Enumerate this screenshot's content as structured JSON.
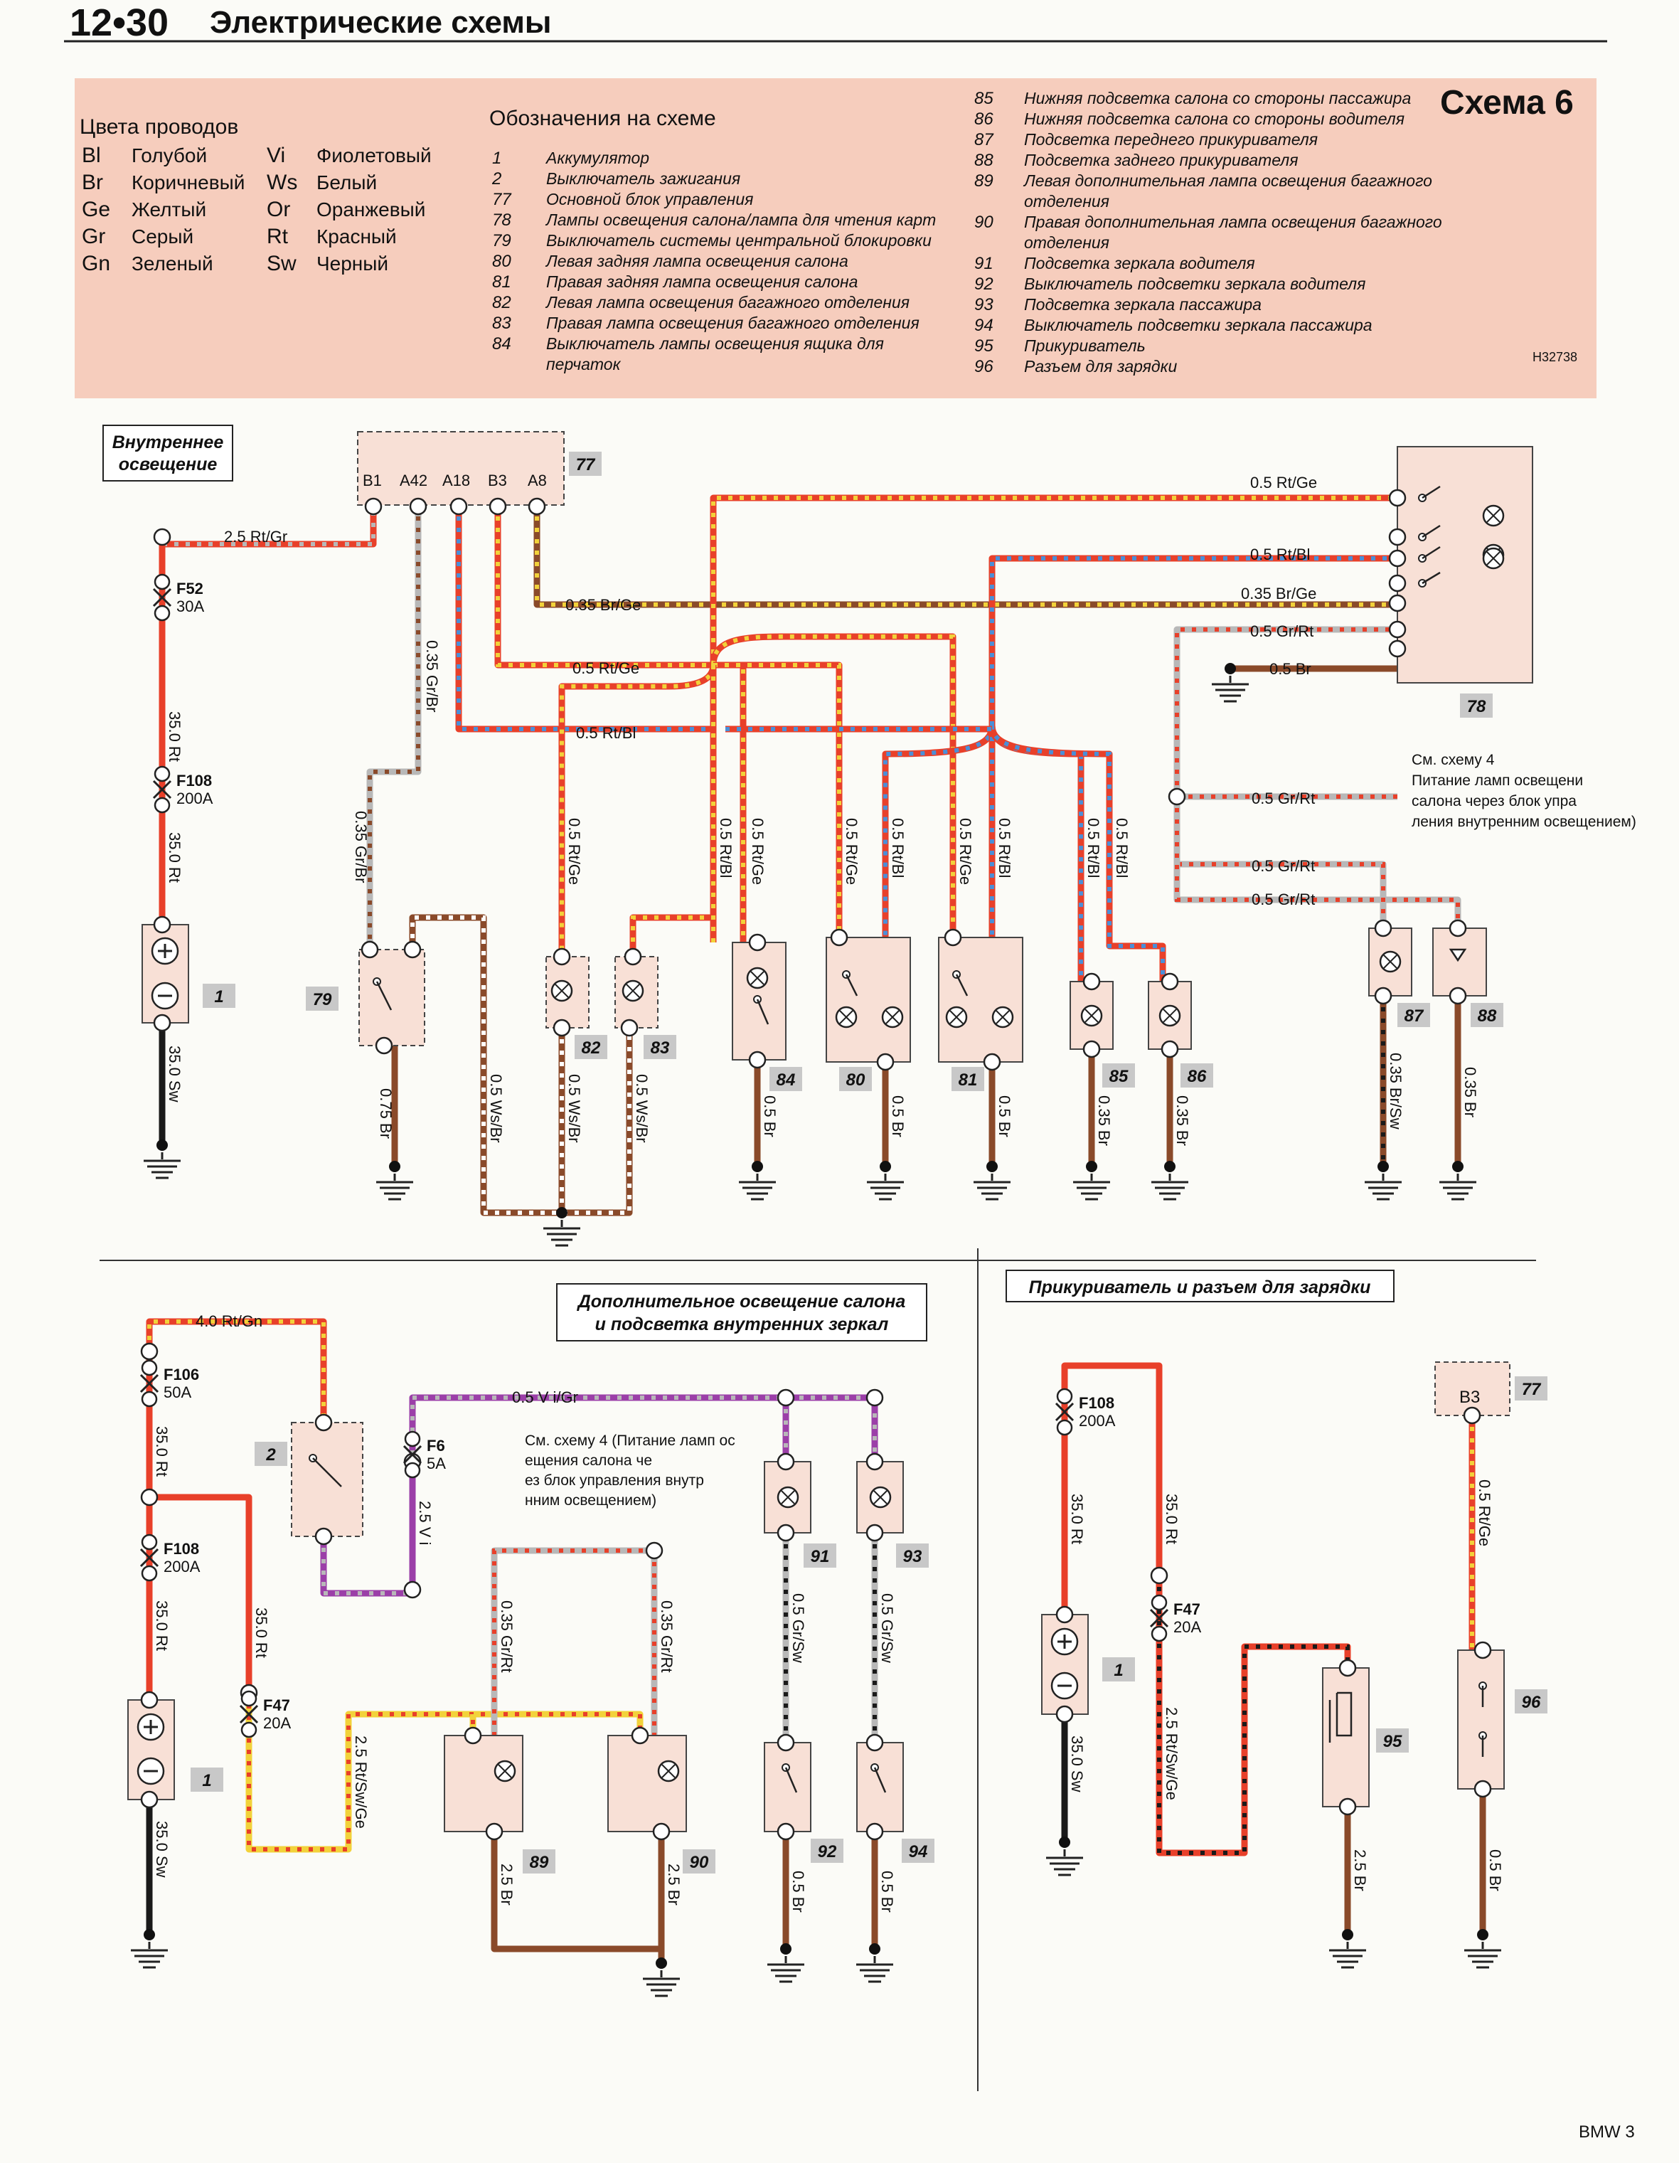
{
  "header": {
    "page_number": "12•30",
    "section_title": "Электрические схемы"
  },
  "legend": {
    "colors_title": "Цвета проводов",
    "colors": [
      {
        "code": "Bl",
        "name": "Голубой"
      },
      {
        "code": "Br",
        "name": "Коричневый"
      },
      {
        "code": "Ge",
        "name": "Желтый"
      },
      {
        "code": "Gr",
        "name": "Серый"
      },
      {
        "code": "Gn",
        "name": "Зеленый"
      },
      {
        "code": "Vi",
        "name": "Фиолетовый"
      },
      {
        "code": "Ws",
        "name": "Белый"
      },
      {
        "code": "Or",
        "name": "Оранжевый"
      },
      {
        "code": "Rt",
        "name": "Красный"
      },
      {
        "code": "Sw",
        "name": "Черный"
      }
    ],
    "symbols_title": "Обозначения на схеме",
    "symbols_left": [
      {
        "no": "1",
        "text": "Аккумулятор"
      },
      {
        "no": "2",
        "text": "Выключатель зажигания"
      },
      {
        "no": "77",
        "text": "Основной блок управления"
      },
      {
        "no": "78",
        "text": "Лампы освещения салона/лампа для чтения карт"
      },
      {
        "no": "79",
        "text": "Выключатель системы центральной блокировки"
      },
      {
        "no": "80",
        "text": "Левая задняя лампа освещения салона"
      },
      {
        "no": "81",
        "text": "Правая задняя лампа освещения салона"
      },
      {
        "no": "82",
        "text": "Левая лампа освещения багажного отделения"
      },
      {
        "no": "83",
        "text": "Правая лампа освещения багажного отделения"
      },
      {
        "no": "84",
        "text": "Выключатель лампы освещения ящика для"
      },
      {
        "no": "",
        "text": "перчаток"
      }
    ],
    "symbols_right": [
      {
        "no": "85",
        "text": "Нижняя подсветка салона со стороны пассажира"
      },
      {
        "no": "86",
        "text": "Нижняя подсветка салона со стороны водителя"
      },
      {
        "no": "87",
        "text": "Подсветка переднего прикуривателя"
      },
      {
        "no": "88",
        "text": "Подсветка заднего прикуривателя"
      },
      {
        "no": "89",
        "text": "Левая дополнительная лампа освещения багажного"
      },
      {
        "no": "",
        "text": "отделения"
      },
      {
        "no": "90",
        "text": "Правая дополнительная лампа освещения багажного"
      },
      {
        "no": "",
        "text": "отделения"
      },
      {
        "no": "91",
        "text": "Подсветка зеркала водителя"
      },
      {
        "no": "92",
        "text": "Выключатель подсветки зеркала водителя"
      },
      {
        "no": "93",
        "text": "Подсветка зеркала пассажира"
      },
      {
        "no": "94",
        "text": "Выключатель подсветки зеркала пассажира"
      },
      {
        "no": "95",
        "text": "Прикуриватель"
      },
      {
        "no": "96",
        "text": "Разъем для зарядки"
      }
    ],
    "scheme_title": "Схема 6",
    "figure_code": "H32738"
  },
  "sections": {
    "interior": "Внутреннее освещение",
    "extra": "Дополнительное освещение салона и подсветка внутренних зеркал",
    "cigar": "Прикуриватель и разъем для зарядки"
  },
  "notes": {
    "note1": "См. схему 4 (Питание ламп освещения салона через блок управления внутренним освещением)",
    "note2": "См. схему 4 (Питание ламп освещения салона через блок управления внутренним освещением)"
  },
  "components": {
    "c1": "1",
    "c2": "2",
    "c77": "77",
    "c78": "78",
    "c79": "79",
    "c80": "80",
    "c81": "81",
    "c82": "82",
    "c83": "83",
    "c84": "84",
    "c85": "85",
    "c86": "86",
    "c87": "87",
    "c88": "88",
    "c89": "89",
    "c90": "90",
    "c91": "91",
    "c92": "92",
    "c93": "93",
    "c94": "94",
    "c95": "95",
    "c96": "96"
  },
  "pins77": [
    "B1",
    "A42",
    "A18",
    "B3",
    "A8"
  ],
  "pin77b": "B3",
  "fuses": {
    "f52": "F52",
    "f52a": "30A",
    "f108": "F108",
    "f108a": "200A",
    "f106": "F106",
    "f106a": "50A",
    "f6": "F6",
    "f6a": "5A",
    "f47": "F47",
    "f47a": "20A"
  },
  "wires": {
    "w25rtgr": "2.5 Rt/Gr",
    "w350rt": "35.0 Rt",
    "w350sw": "35.0 Sw",
    "w035grbr": "0.35 Gr/Br",
    "w035brge": "0.35 Br/Ge",
    "w05rtge": "0.5 Rt/Ge",
    "w05rtbl": "0.5 Rt/Bl",
    "w05grrt": "0.5 Gr/Rt",
    "w05br": "0.5 Br",
    "w075br": "0.75 Br",
    "w05wsbr": "0.5 Ws/Br",
    "w035brsw": "0.35 Br/Sw",
    "w035br": "0.35 Br",
    "w40rtgn": "4.0 Rt/Gn",
    "w05vigr": "0.5 V i/Gr",
    "w25vi": "2.5 V i",
    "w035grrt": "0.35 Gr/Rt",
    "w05grsw": "0.5 Gr/Sw",
    "w25rtswge": "2.5 Rt/Sw/Ge",
    "w25br": "2.5 Br"
  },
  "footer": {
    "model": "BMW 3"
  },
  "colors": {
    "legend_bg": "#f6cdbd",
    "red": "#e8402a",
    "yellow": "#f2d23a",
    "blue": "#4a8fd8",
    "brown": "#8a4a2a",
    "grey": "#b8b8b8",
    "violet": "#9b3fa8",
    "black": "#1a1a1a",
    "white": "#ffffff",
    "green": "#3a9a3a",
    "tag_bg": "#c8c8c8"
  }
}
